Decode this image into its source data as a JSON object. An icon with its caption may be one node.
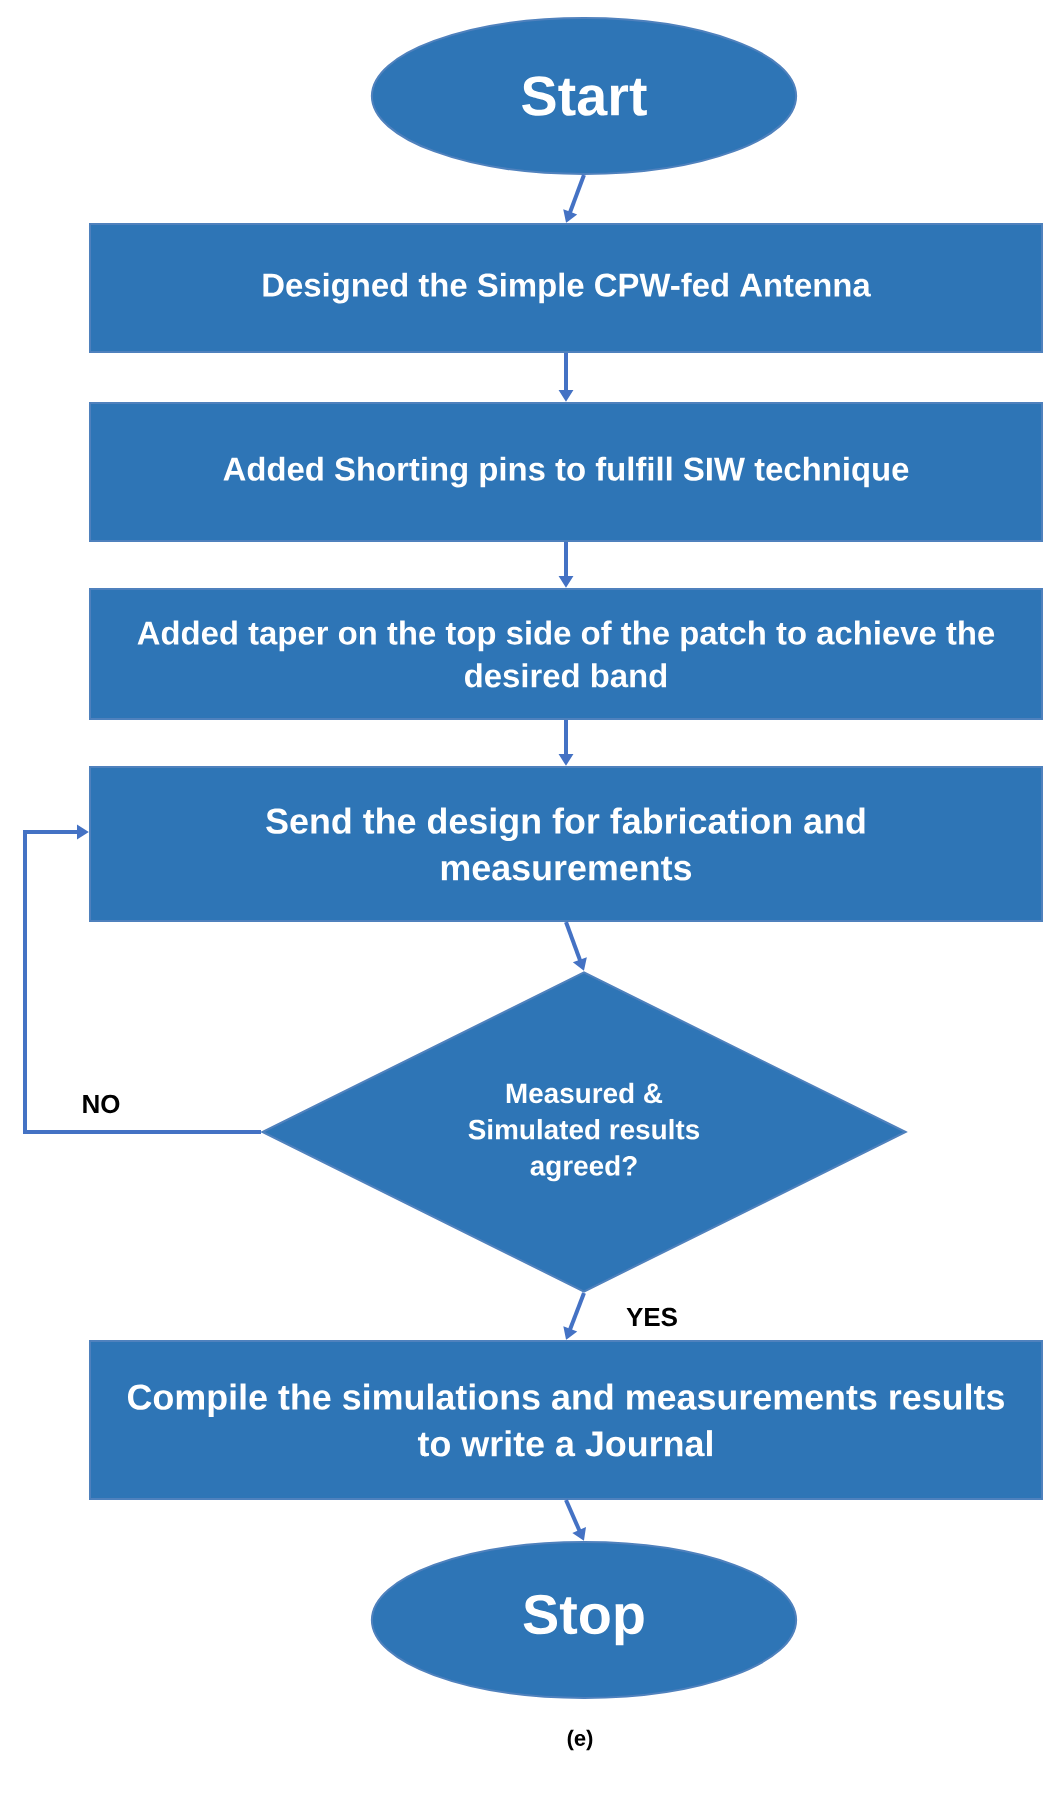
{
  "diagram": {
    "caption": "(e)",
    "nodes": [
      {
        "text": [
          "Start"
        ]
      },
      {
        "text": [
          "Designed the Simple CPW-fed Antenna"
        ]
      },
      {
        "text": [
          "Added Shorting pins to fulfill SIW technique"
        ]
      },
      {
        "text": [
          "Added taper on the top side of the patch to achieve the desired band"
        ]
      },
      {
        "text": [
          "Send the design for fabrication and measurements"
        ]
      },
      {
        "text": [
          "Measured & Simulated results agreed?"
        ]
      },
      {
        "text": [
          "Compile the simulations and measurements results to write a Journal"
        ]
      },
      {
        "text": [
          "Stop"
        ]
      }
    ],
    "edges": [
      {
        "from": 0,
        "to": 1,
        "arrow": "to"
      },
      {
        "from": 1,
        "to": 2,
        "arrow": "to"
      },
      {
        "from": 2,
        "to": 3,
        "arrow": "to"
      },
      {
        "from": 3,
        "to": 4,
        "arrow": "to"
      },
      {
        "from": 4,
        "to": 5,
        "arrow": "to"
      },
      {
        "from": 5,
        "to": 4,
        "arrow": "to",
        "label": "NO"
      },
      {
        "from": 5,
        "to": 6,
        "arrow": "to",
        "label": "YES"
      },
      {
        "from": 6,
        "to": 7,
        "arrow": "to"
      }
    ]
  }
}
